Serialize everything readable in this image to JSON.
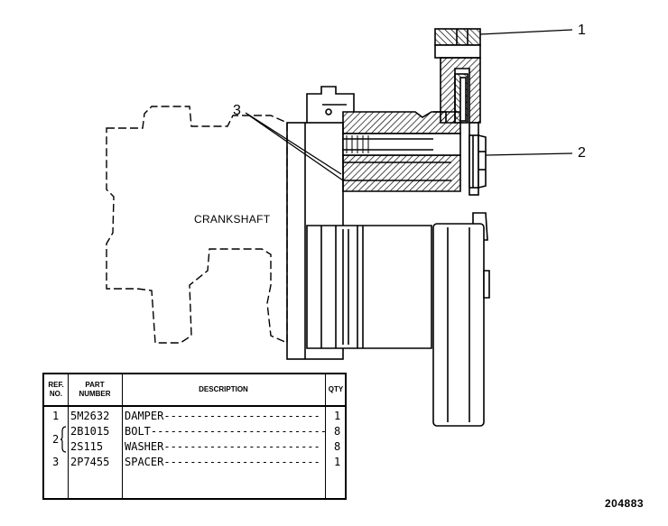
{
  "callouts": [
    "1",
    "2",
    "3"
  ],
  "diagram_label": "CRANKSHAFT",
  "figure_number": "204883",
  "table": {
    "headers": {
      "ref_line1": "REF.",
      "ref_line2": "NO.",
      "part_line1": "PART",
      "part_line2": "NUMBER",
      "description": "DESCRIPTION",
      "qty": "QTY"
    },
    "rows": [
      {
        "ref": "1",
        "part": "5M2632",
        "description": "DAMPER------------------------",
        "qty": "1"
      },
      {
        "ref": "2",
        "part": "2B1015",
        "description": "BOLT---------------------------",
        "qty": "8"
      },
      {
        "ref": "",
        "part": "2S115",
        "description": "WASHER------------------------",
        "qty": "8"
      },
      {
        "ref": "3",
        "part": "2P7455",
        "description": "SPACER------------------------",
        "qty": "1"
      }
    ]
  },
  "colors": {
    "line": "#000000",
    "background": "#ffffff"
  }
}
